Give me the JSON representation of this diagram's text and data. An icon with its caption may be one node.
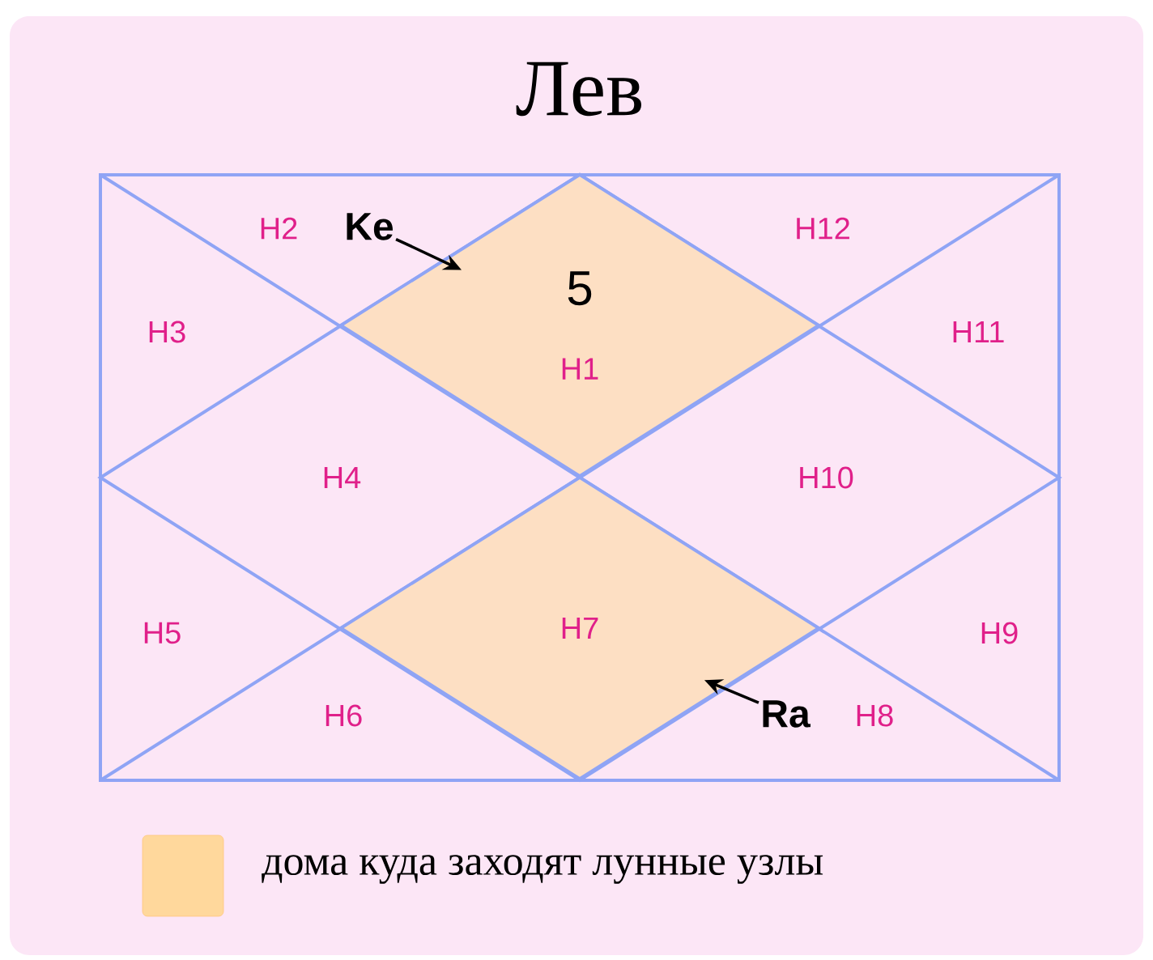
{
  "diagram": {
    "title": "Лев",
    "nodes": [
      {
        "text": [
          "5",
          "H1"
        ]
      },
      {
        "text": [
          "H2"
        ]
      },
      {
        "text": [
          "H3"
        ]
      },
      {
        "text": [
          "H4"
        ]
      },
      {
        "text": [
          "H5"
        ]
      },
      {
        "text": [
          "H6"
        ]
      },
      {
        "text": [
          "H7"
        ]
      },
      {
        "text": [
          "H8"
        ]
      },
      {
        "text": [
          "H9"
        ]
      },
      {
        "text": [
          "H10"
        ]
      },
      {
        "text": [
          "H11"
        ]
      },
      {
        "text": [
          "H12"
        ]
      },
      {
        "text": [
          "Ke"
        ]
      },
      {
        "text": [
          "Ra"
        ]
      }
    ],
    "edges": [
      {
        "from": 12,
        "to": 0,
        "arrow": "to"
      },
      {
        "from": 13,
        "to": 6,
        "arrow": "to"
      }
    ],
    "legend": [
      {
        "text": "дома куда заходят лунные узлы",
        "color": "#ffd89c"
      }
    ]
  }
}
